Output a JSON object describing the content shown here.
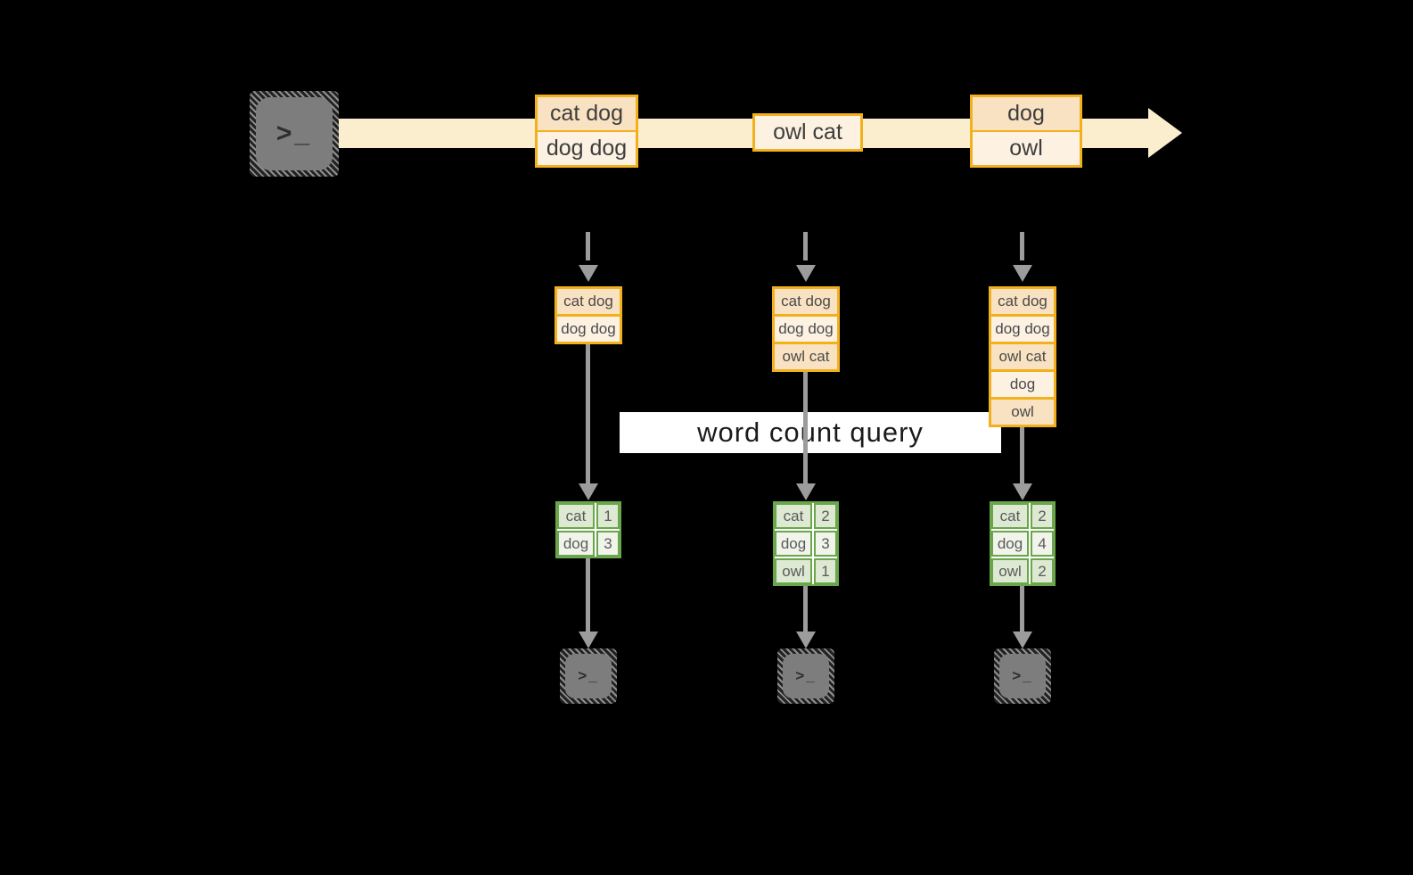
{
  "banner": {
    "text": "word count query"
  },
  "terminal": {
    "glyph": ">_"
  },
  "stream": {
    "events": [
      {
        "lines": [
          "cat dog",
          "dog dog"
        ]
      },
      {
        "lines": [
          "owl cat"
        ]
      },
      {
        "lines": [
          "dog",
          "owl"
        ]
      }
    ]
  },
  "columns": [
    {
      "buffer": [
        "cat dog",
        "dog dog"
      ],
      "counts": [
        {
          "word": "cat",
          "count": "1"
        },
        {
          "word": "dog",
          "count": "3"
        }
      ]
    },
    {
      "buffer": [
        "cat dog",
        "dog dog",
        "owl cat"
      ],
      "counts": [
        {
          "word": "cat",
          "count": "2"
        },
        {
          "word": "dog",
          "count": "3"
        },
        {
          "word": "owl",
          "count": "1"
        }
      ]
    },
    {
      "buffer": [
        "cat dog",
        "dog dog",
        "owl cat",
        "dog",
        "owl"
      ],
      "counts": [
        {
          "word": "cat",
          "count": "2"
        },
        {
          "word": "dog",
          "count": "4"
        },
        {
          "word": "owl",
          "count": "2"
        }
      ]
    }
  ],
  "colors": {
    "accent_gold": "#f2b01d",
    "fill_peach": "#f9e2c2",
    "fill_cream": "#fdf2e2",
    "stream_band": "#fbeecf",
    "accent_green": "#6aa64b",
    "fill_green_dark": "#dde9d2",
    "fill_green_light": "#f0f4eb",
    "arrow_gray": "#9c9c9c",
    "terminal_gray": "#7d7d7d",
    "banner_bg": "#ffffff",
    "background": "#000000"
  }
}
